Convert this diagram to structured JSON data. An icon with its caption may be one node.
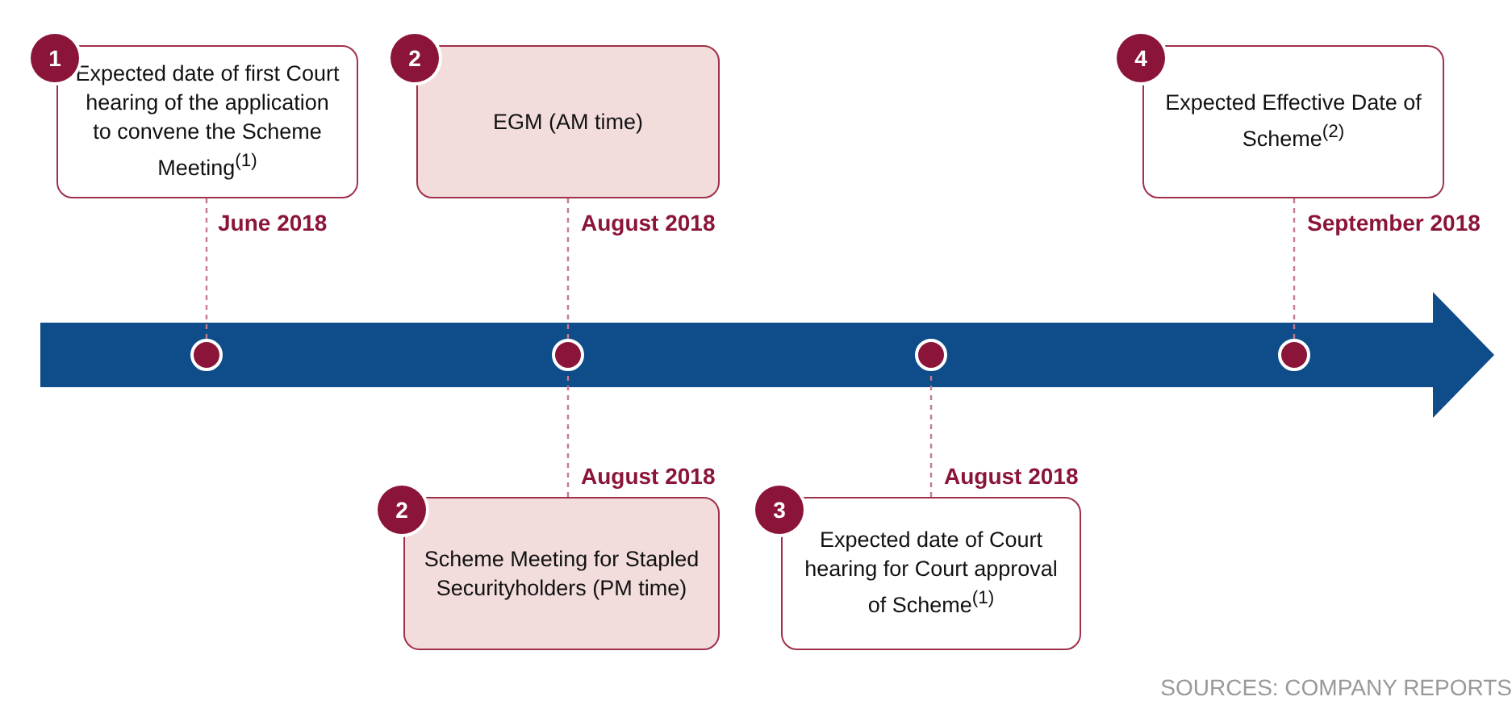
{
  "diagram": {
    "nodes": [
      {
        "text": [
          "1",
          "Expected date of first Court hearing of the application to convene the Scheme Meeting$^{(1)}$"
        ],
        "beside": [
          "June 2018"
        ]
      },
      {
        "text": [
          "2",
          "EGM (AM time)"
        ],
        "beside": [
          "August 2018"
        ]
      },
      {
        "text": [
          "4",
          "Expected Effective Date of Scheme$^{(2)}$"
        ],
        "beside": [
          "September 2018"
        ]
      },
      {
        "text": [],
        "shape": "circle"
      },
      {
        "text": [],
        "shape": "circle"
      },
      {
        "text": [],
        "shape": "circle"
      },
      {
        "text": [],
        "shape": "circle"
      },
      {
        "text": [
          "2",
          "Scheme Meeting for Stapled Securityholders (PM time)"
        ],
        "beside": [
          "August 2018"
        ]
      },
      {
        "text": [
          "3",
          "Expected date of Court hearing for Court approval of Scheme$^{(1)}$"
        ],
        "beside": [
          "August 2018"
        ]
      }
    ],
    "edges": [
      {
        "from": 0,
        "to": 3,
        "arrow": "none",
        "style": "dashed"
      },
      {
        "from": 1,
        "to": 4,
        "arrow": "none",
        "style": "dashed"
      },
      {
        "from": 2,
        "to": 6,
        "arrow": "none",
        "style": "dashed"
      },
      {
        "from": 7,
        "to": 4,
        "arrow": "none",
        "style": "dashed"
      },
      {
        "from": 8,
        "to": 5,
        "arrow": "none",
        "style": "dashed"
      }
    ],
    "labels": [
      "SOURCES: COMPANY REPORTS"
    ]
  }
}
